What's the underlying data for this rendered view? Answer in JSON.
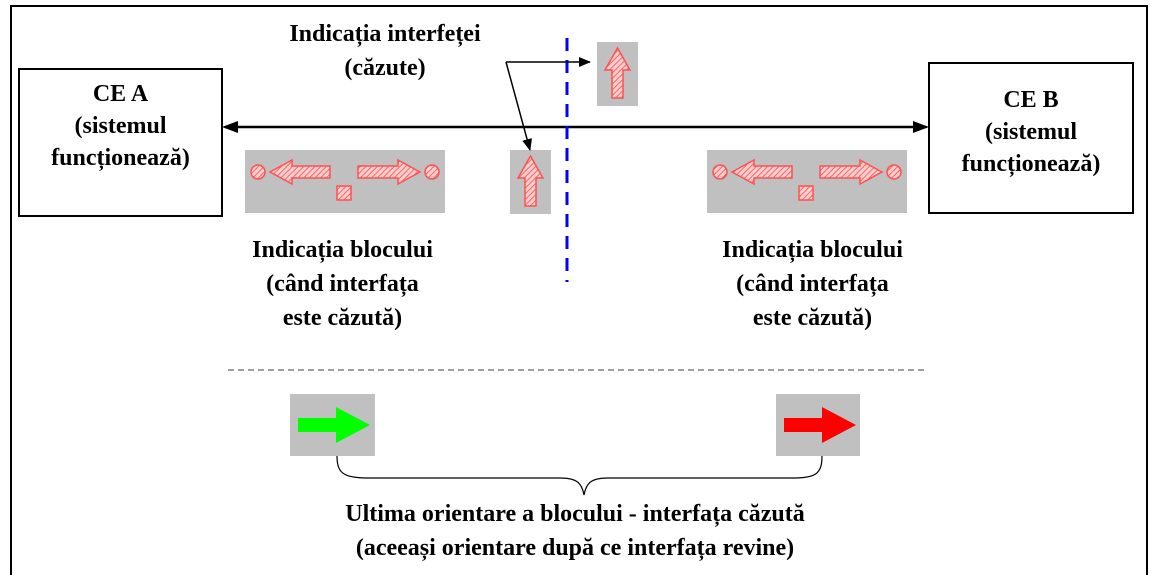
{
  "ce_a": {
    "title": "CE A",
    "line2": "(sistemul",
    "line3": "funcționează)"
  },
  "ce_b": {
    "title": "CE B",
    "line2": "(sistemul",
    "line3": "funcționează)"
  },
  "interface_indication": {
    "line1": "Indicația interfeței",
    "line2": "(căzute)"
  },
  "block_indication_left": {
    "line1": "Indicația blocului",
    "line2": "(când interfața",
    "line3": "este căzută)"
  },
  "block_indication_right": {
    "line1": "Indicația blocului",
    "line2": "(când interfața",
    "line3": "este căzută)"
  },
  "last_orientation": {
    "line1": "Ultima orientare a blocului - interfața căzută",
    "line2": "(aceeași orientare după ce interfața revine)"
  },
  "colors": {
    "panel_gray": "#c0c0c0",
    "hatched_red": "#ff8080",
    "green_arrow": "#00ff00",
    "red_arrow": "#ff0000",
    "dashed_blue": "#0000ff"
  }
}
